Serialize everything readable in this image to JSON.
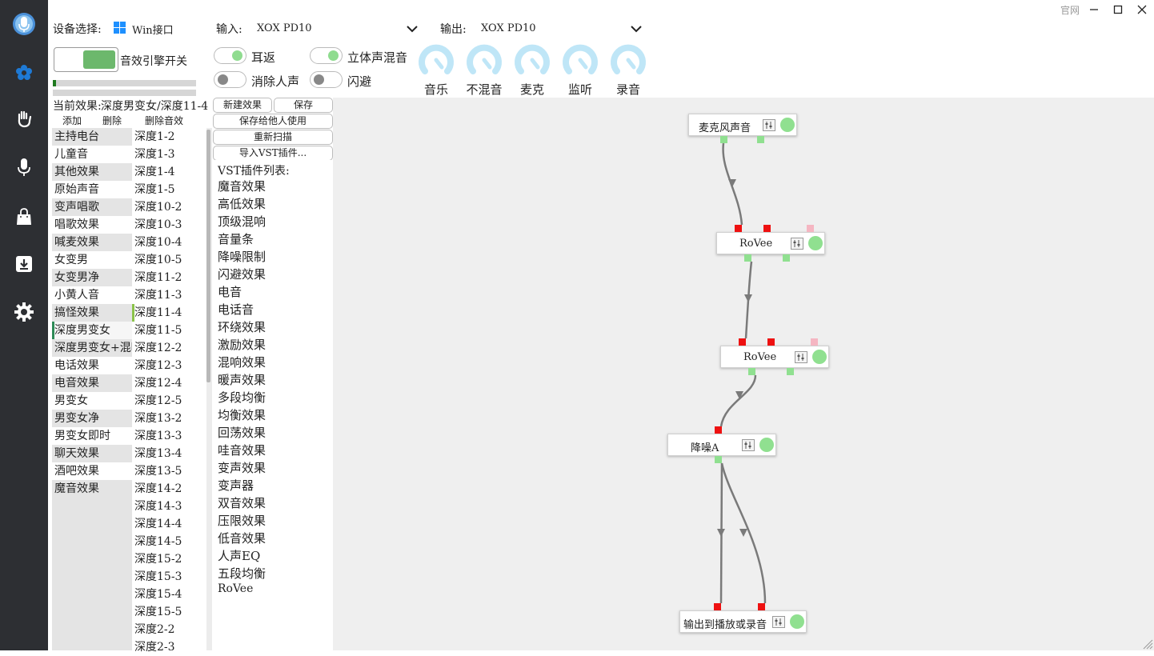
{
  "window": {
    "site_link": "官网",
    "minimize": "–",
    "maximize": "□",
    "close": "✕"
  },
  "rail": {
    "icons": [
      "microphone-logo-icon",
      "effects-flower-icon",
      "hand-wave-icon",
      "microphone-icon",
      "shopping-bag-icon",
      "download-icon",
      "settings-gear-icon"
    ]
  },
  "device": {
    "label": "设备选择:",
    "driver": "Win接口",
    "input_label": "输入:",
    "input_value": "XOX PD10",
    "output_label": "输出:",
    "output_value": "XOX PD10"
  },
  "engine": {
    "label": "音效引擎开关",
    "on": true
  },
  "toggles": {
    "monitor": {
      "label": "耳返",
      "on": true
    },
    "stereo_mix": {
      "label": "立体声混音",
      "on": true
    },
    "vocal_remove": {
      "label": "消除人声",
      "on": false
    },
    "ducking": {
      "label": "闪避",
      "on": false
    }
  },
  "knobs": [
    "音乐",
    "不混音",
    "麦克",
    "监听",
    "录音"
  ],
  "meters": [
    {
      "level": 0.02
    },
    {
      "level": 0.0
    }
  ],
  "current_effect": {
    "label": "当前效果:",
    "value": "深度男变女/深度11-4"
  },
  "list_actions": {
    "add": "添加",
    "delete": "删除",
    "delete_effect": "删除音效"
  },
  "categories": [
    "主持电台",
    "儿童音",
    "其他效果",
    "原始声音",
    "变声唱歌",
    "唱歌效果",
    "喊麦效果",
    "女变男",
    "女变男净",
    "小黄人音",
    "搞怪效果",
    "深度男变女",
    "深度男变女+混响",
    "电话效果",
    "电音效果",
    "男变女",
    "男变女净",
    "男变女即时",
    "聊天效果",
    "酒吧效果",
    "魔音效果"
  ],
  "selected_category": "深度男变女",
  "presets": [
    "深度1-2",
    "深度1-3",
    "深度1-4",
    "深度1-5",
    "深度10-2",
    "深度10-3",
    "深度10-4",
    "深度10-5",
    "深度11-2",
    "深度11-3",
    "深度11-4",
    "深度11-5",
    "深度12-2",
    "深度12-3",
    "深度12-4",
    "深度12-5",
    "深度13-2",
    "深度13-3",
    "深度13-4",
    "深度13-5",
    "深度14-2",
    "深度14-3",
    "深度14-4",
    "深度14-5",
    "深度15-2",
    "深度15-3",
    "深度15-4",
    "深度15-5",
    "深度2-2",
    "深度2-3"
  ],
  "selected_preset": "深度11-4",
  "buttons": {
    "new_effect": "新建效果",
    "save": "保存",
    "save_share": "保存给他人使用",
    "rescan": "重新扫描",
    "import_vst": "导入VST插件..."
  },
  "vst": {
    "header": "VST插件列表:",
    "items": [
      "魔音效果",
      "高低效果",
      "顶级混响",
      "音量条",
      "降噪限制",
      "闪避效果",
      "电音",
      "电话音",
      "环绕效果",
      "激励效果",
      "混响效果",
      "暖声效果",
      "多段均衡",
      "均衡效果",
      "回荡效果",
      "哇音效果",
      "变声效果",
      "变声器",
      "双音效果",
      "压限效果",
      "低音效果",
      "人声EQ",
      "五段均衡",
      "RoVee"
    ]
  },
  "graph": {
    "nodes": [
      {
        "title": "麦克风声音"
      },
      {
        "title": "RoVee"
      },
      {
        "title": "RoVee"
      },
      {
        "title": "降噪A"
      },
      {
        "title": "输出到播放或录音"
      }
    ],
    "edges": [
      [
        0,
        1
      ],
      [
        1,
        2
      ],
      [
        2,
        3
      ],
      [
        3,
        4
      ],
      [
        3,
        4
      ]
    ]
  }
}
